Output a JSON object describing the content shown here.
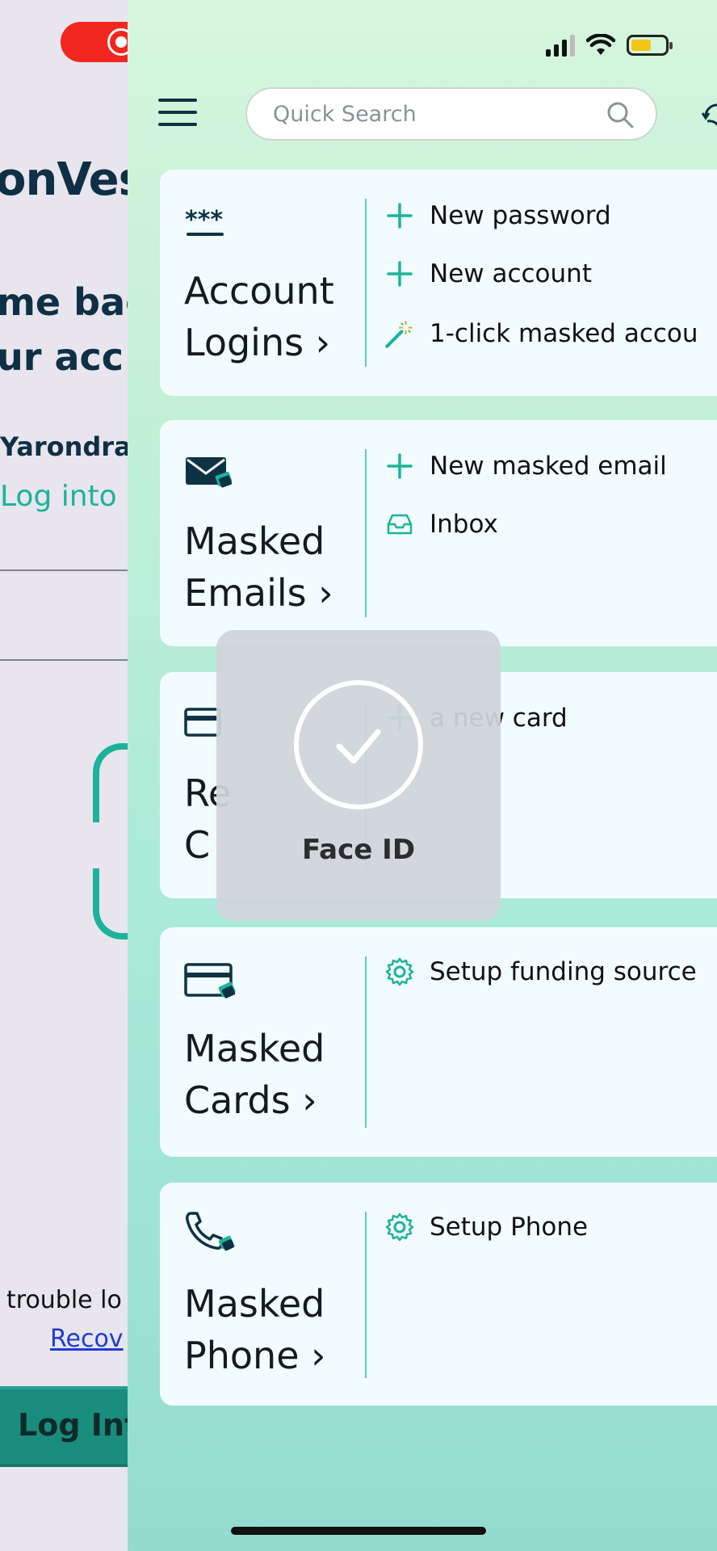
{
  "background_app": {
    "brand": "onVes",
    "welcome_line1": "me bac",
    "welcome_line2": "ur acc",
    "username": "Yarondra",
    "login_link": "Log into c",
    "trouble_text": "trouble lo",
    "recover_link": "Recov",
    "login_button": "Log Into"
  },
  "status_bar": {
    "recording": "screen recording active",
    "battery_color": "#f4c516"
  },
  "header": {
    "search_placeholder": "Quick Search"
  },
  "sections": [
    {
      "title": "Account\nLogins ›",
      "icon": "password-icon",
      "actions": [
        {
          "icon": "plus-icon",
          "label": "New password"
        },
        {
          "icon": "plus-icon",
          "label": "New account"
        },
        {
          "icon": "magic-wand-icon",
          "label": "1-click masked accou"
        }
      ]
    },
    {
      "title": "Masked\nEmails ›",
      "icon": "envelope-icon",
      "actions": [
        {
          "icon": "plus-icon",
          "label": "New masked email"
        },
        {
          "icon": "inbox-icon",
          "label": "Inbox"
        }
      ]
    },
    {
      "title": "Re\nC",
      "icon": "credit-card-icon",
      "actions": [
        {
          "icon": "plus-icon",
          "label": "a new card"
        }
      ]
    },
    {
      "title": "Masked\nCards ›",
      "icon": "masked-card-icon",
      "actions": [
        {
          "icon": "gear-icon",
          "label": "Setup funding source"
        }
      ]
    },
    {
      "title": "Masked\nPhone ›",
      "icon": "phone-icon",
      "actions": [
        {
          "icon": "gear-icon",
          "label": "Setup Phone"
        }
      ]
    }
  ],
  "faceid": {
    "label": "Face ID"
  },
  "colors": {
    "accent": "#1cb39c",
    "dark": "#0d3243"
  }
}
